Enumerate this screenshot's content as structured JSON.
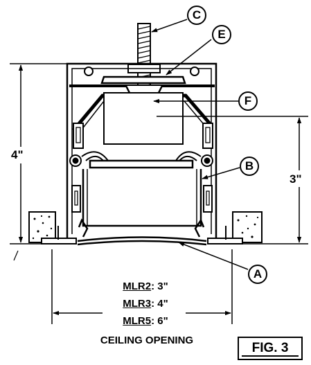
{
  "callouts": {
    "a": "A",
    "b": "B",
    "c": "C",
    "e": "E",
    "f": "F"
  },
  "dimensions": {
    "overall_height": "4\"",
    "inner_height": "3\""
  },
  "openings": [
    {
      "model": "MLR2",
      "size": ": 3\""
    },
    {
      "model": "MLR3",
      "size": ": 4\""
    },
    {
      "model": "MLR5",
      "size": ": 6\""
    }
  ],
  "ceiling_opening": "CEILING OPENING",
  "figure_label": "FIG. 3",
  "colors": {
    "line": "#000000",
    "background": "#ffffff"
  }
}
